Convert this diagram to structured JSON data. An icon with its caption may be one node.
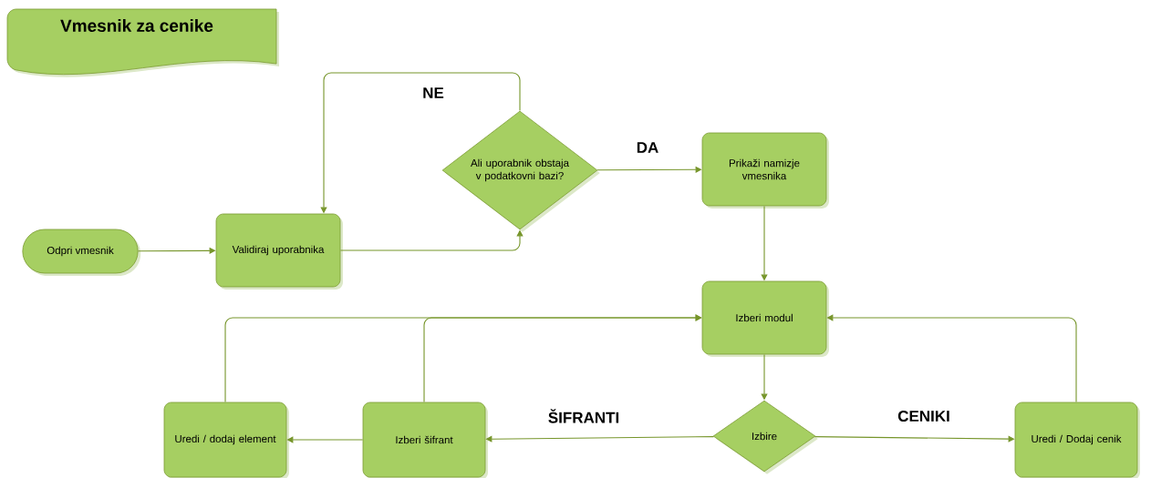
{
  "diagram": {
    "nodes": [
      {
        "text": [
          "Vmesnik za cenike"
        ]
      },
      {
        "text": [
          "Odpri vmesnik"
        ]
      },
      {
        "text": [
          "Validiraj uporabnika"
        ]
      },
      {
        "text": [
          "Ali uporabnik obstaja v podatkovni bazi?"
        ]
      },
      {
        "text": [
          "Prikaži namizje vmesnika"
        ]
      },
      {
        "text": [
          "Izberi modul"
        ]
      },
      {
        "text": [
          "Izbire"
        ]
      },
      {
        "text": [
          "Izberi šifrant"
        ]
      },
      {
        "text": [
          "Uredi / dodaj element"
        ]
      },
      {
        "text": [
          "Uredi / Dodaj cenik"
        ]
      }
    ],
    "edges": [
      {
        "from": 1,
        "to": 2,
        "arrow": "to"
      },
      {
        "from": 2,
        "to": 3,
        "arrow": "to"
      },
      {
        "from": 3,
        "to": 2,
        "arrow": "to",
        "label": "NE"
      },
      {
        "from": 3,
        "to": 4,
        "arrow": "to",
        "label": "DA"
      },
      {
        "from": 4,
        "to": 5,
        "arrow": "to"
      },
      {
        "from": 5,
        "to": 6,
        "arrow": "to"
      },
      {
        "from": 6,
        "to": 7,
        "arrow": "to",
        "label": "ŠIFRANTI"
      },
      {
        "from": 6,
        "to": 9,
        "arrow": "to",
        "label": "CENIKI"
      },
      {
        "from": 7,
        "to": 8,
        "arrow": "to"
      },
      {
        "from": 8,
        "to": 5,
        "arrow": "to"
      },
      {
        "from": 7,
        "to": 5,
        "arrow": "to"
      },
      {
        "from": 9,
        "to": 5,
        "arrow": "to"
      }
    ]
  }
}
